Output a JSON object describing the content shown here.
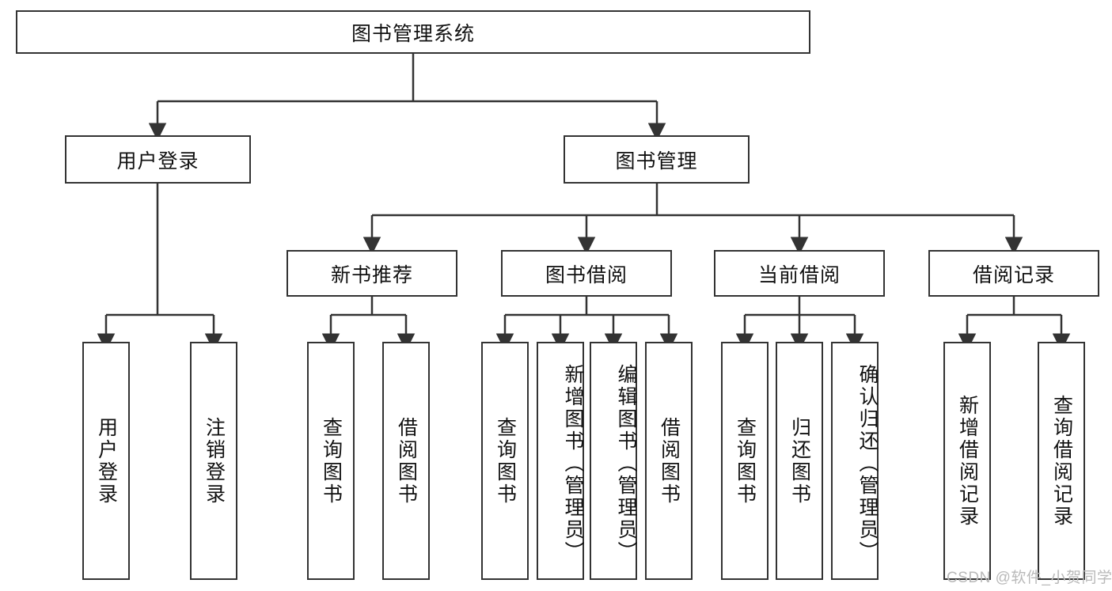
{
  "diagram": {
    "title": "图书管理系统",
    "type": "tree-hierarchy",
    "root": {
      "label": "图书管理系统"
    },
    "level2": [
      {
        "label": "用户登录"
      },
      {
        "label": "图书管理"
      }
    ],
    "level3": [
      {
        "label": "新书推荐"
      },
      {
        "label": "图书借阅"
      },
      {
        "label": "当前借阅"
      },
      {
        "label": "借阅记录"
      }
    ],
    "leaves": {
      "user_login": [
        {
          "label": "用户登录"
        },
        {
          "label": "注销登录"
        }
      ],
      "new_book_recommend": [
        {
          "label": "查询图书"
        },
        {
          "label": "借阅图书"
        }
      ],
      "book_borrow": [
        {
          "label": "查询图书"
        },
        {
          "label": "新增图书（管理员）"
        },
        {
          "label": "编辑图书（管理员）"
        },
        {
          "label": "借阅图书"
        }
      ],
      "current_borrow": [
        {
          "label": "查询图书"
        },
        {
          "label": "归还图书"
        },
        {
          "label": "确认归还（管理员）"
        }
      ],
      "borrow_record": [
        {
          "label": "新增借阅记录"
        },
        {
          "label": "查询借阅记录"
        }
      ]
    }
  },
  "watermark": {
    "text": "CSDN @软件_小贺同学"
  },
  "colors": {
    "stroke": "#333333",
    "fill": "#ffffff",
    "text": "#111111",
    "watermark": "#b9b9b9"
  }
}
